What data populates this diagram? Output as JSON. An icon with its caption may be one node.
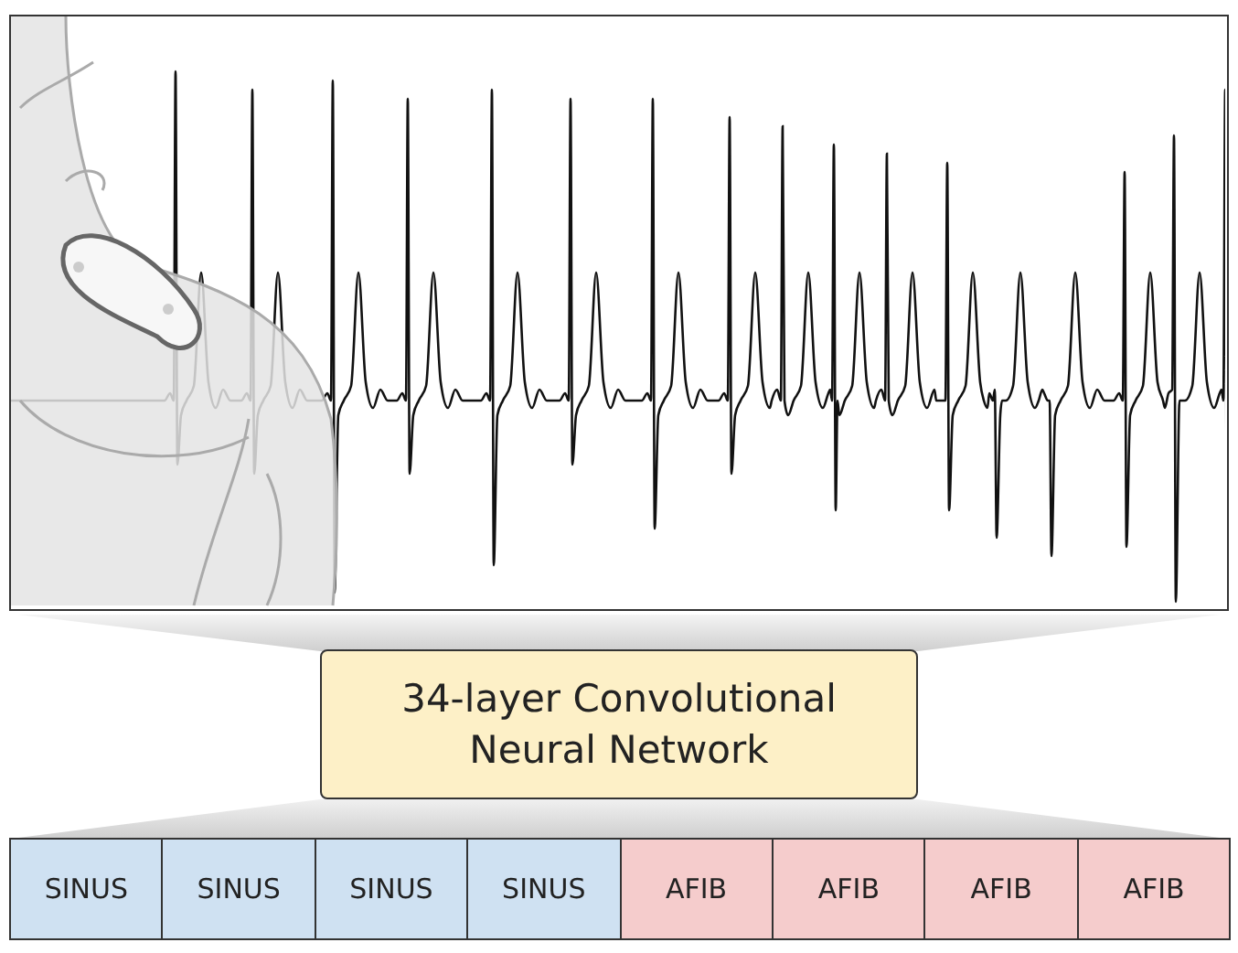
{
  "diagram": {
    "nodes": [
      {
        "text": [],
        "shape": "picture"
      },
      {
        "text": [],
        "shape": "funnel"
      },
      {
        "text": [
          "34-layer Convolutional Neural Network"
        ]
      },
      {
        "text": [],
        "shape": "funnel"
      },
      {
        "text": [
          "SINUS"
        ]
      },
      {
        "text": [
          "SINUS"
        ]
      },
      {
        "text": [
          "SINUS"
        ]
      },
      {
        "text": [
          "SINUS"
        ]
      },
      {
        "text": [
          "AFIB"
        ]
      },
      {
        "text": [
          "AFIB"
        ]
      },
      {
        "text": [
          "AFIB"
        ]
      },
      {
        "text": [
          "AFIB"
        ]
      }
    ],
    "edges": []
  }
}
